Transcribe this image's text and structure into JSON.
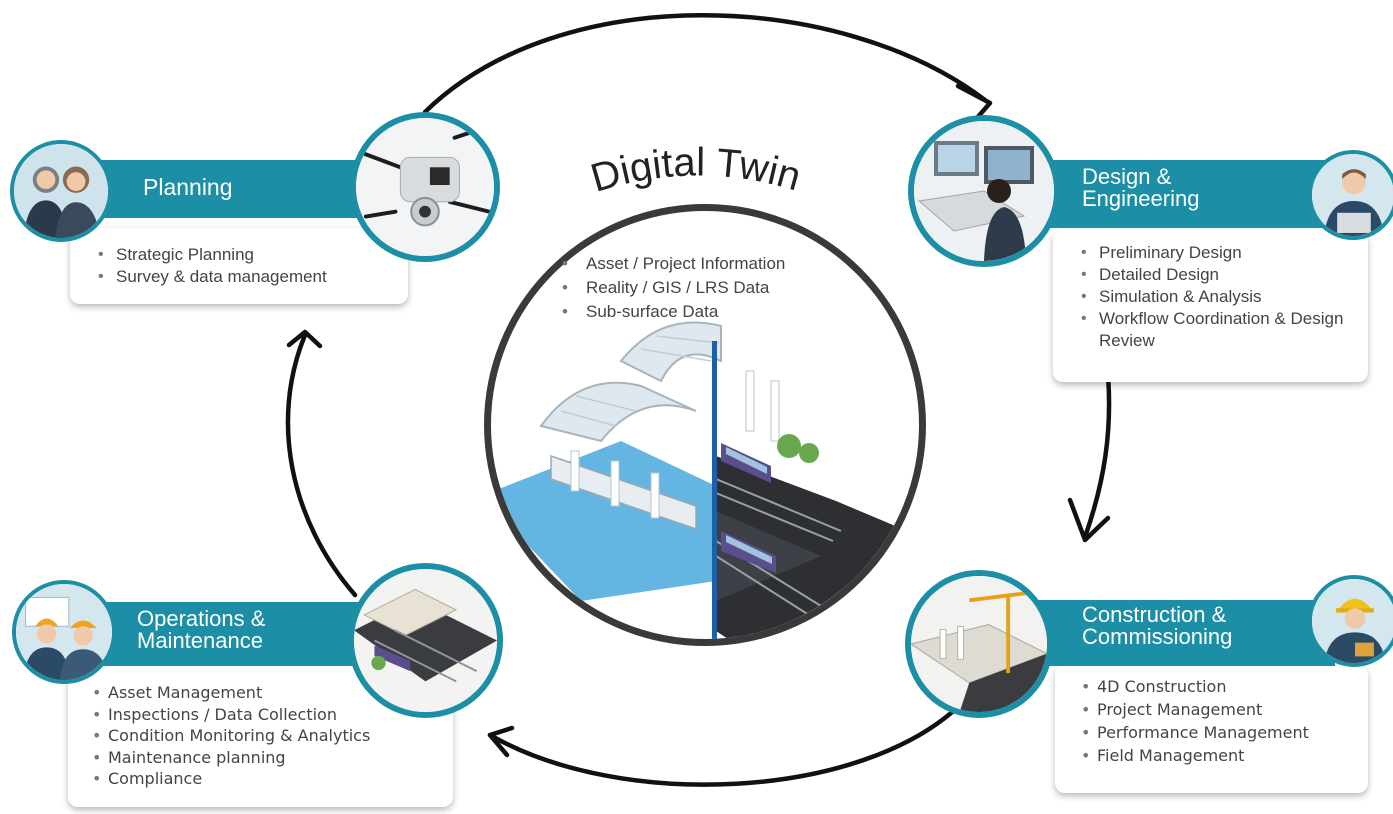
{
  "center": {
    "title": "Digital Twin",
    "items": [
      "Asset / Project Information",
      "Reality / GIS / LRS Data",
      "Sub-surface Data"
    ]
  },
  "planning": {
    "title": "Planning",
    "items": [
      "Strategic Planning",
      "Survey & data management"
    ]
  },
  "design": {
    "title_line1": "Design &",
    "title_line2": "Engineering",
    "items": [
      "Preliminary Design",
      "Detailed Design",
      "Simulation & Analysis",
      "Workflow Coordination & Design Review"
    ]
  },
  "construction": {
    "title_line1": "Construction &",
    "title_line2": "Commissioning",
    "items": [
      "4D Construction",
      "Project Management",
      "Performance Management",
      "Field Management"
    ]
  },
  "operations": {
    "title_line1": "Operations &",
    "title_line2": "Maintenance",
    "items": [
      "Asset Management",
      "Inspections / Data Collection",
      "Condition Monitoring & Analytics",
      "Maintenance planning",
      "Compliance"
    ]
  },
  "colors": {
    "accent": "#1c8ea5",
    "arrow": "#111111",
    "ring": "#3a3a3a",
    "water": "#4aa8de"
  },
  "icons": {
    "planning_image": "drone-icon",
    "design_image": "engineer-workstation-icon",
    "construction_image": "construction-crane-icon",
    "operations_image": "rail-station-icon",
    "planning_avatar": "team-avatar-icon",
    "design_avatar": "engineer-avatar-icon",
    "construction_avatar": "worker-hardhat-avatar-icon",
    "operations_avatar": "inspectors-avatar-icon",
    "center_image": "train-station-digital-twin-icon"
  }
}
